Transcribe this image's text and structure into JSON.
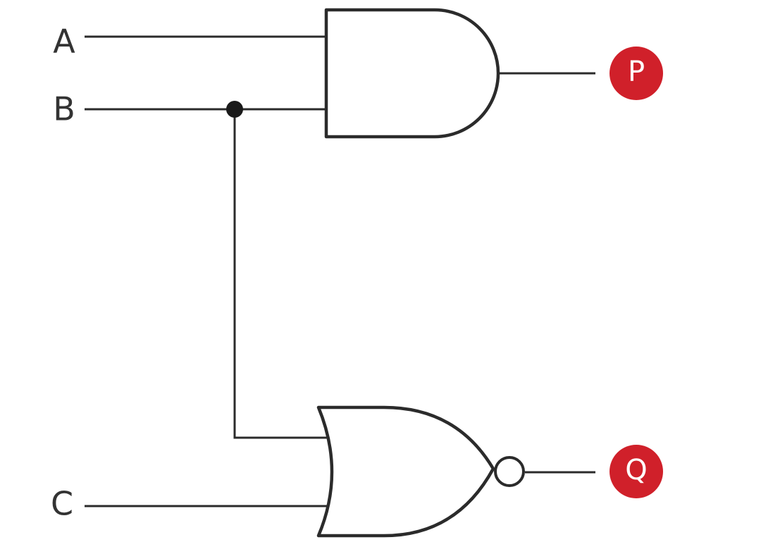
{
  "inputs": {
    "a": "A",
    "b": "B",
    "c": "C"
  },
  "outputs": {
    "p": "P",
    "q": "Q"
  },
  "gates": [
    {
      "type": "AND",
      "inputs": [
        "A",
        "B"
      ],
      "output": "P"
    },
    {
      "type": "NOR",
      "inputs": [
        "B",
        "C"
      ],
      "output": "Q"
    }
  ],
  "colors": {
    "line": "#2b2b2b",
    "output_badge": "#d0202a",
    "output_text": "#ffffff",
    "label_text": "#333333"
  }
}
